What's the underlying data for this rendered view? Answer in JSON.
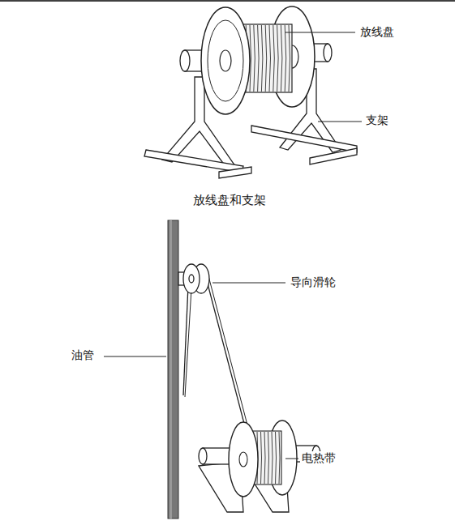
{
  "diagram": {
    "caption": "放线盘和支架",
    "labels": [
      "放线盘",
      "支架",
      "导向滑轮",
      "油管",
      "电热带"
    ]
  }
}
